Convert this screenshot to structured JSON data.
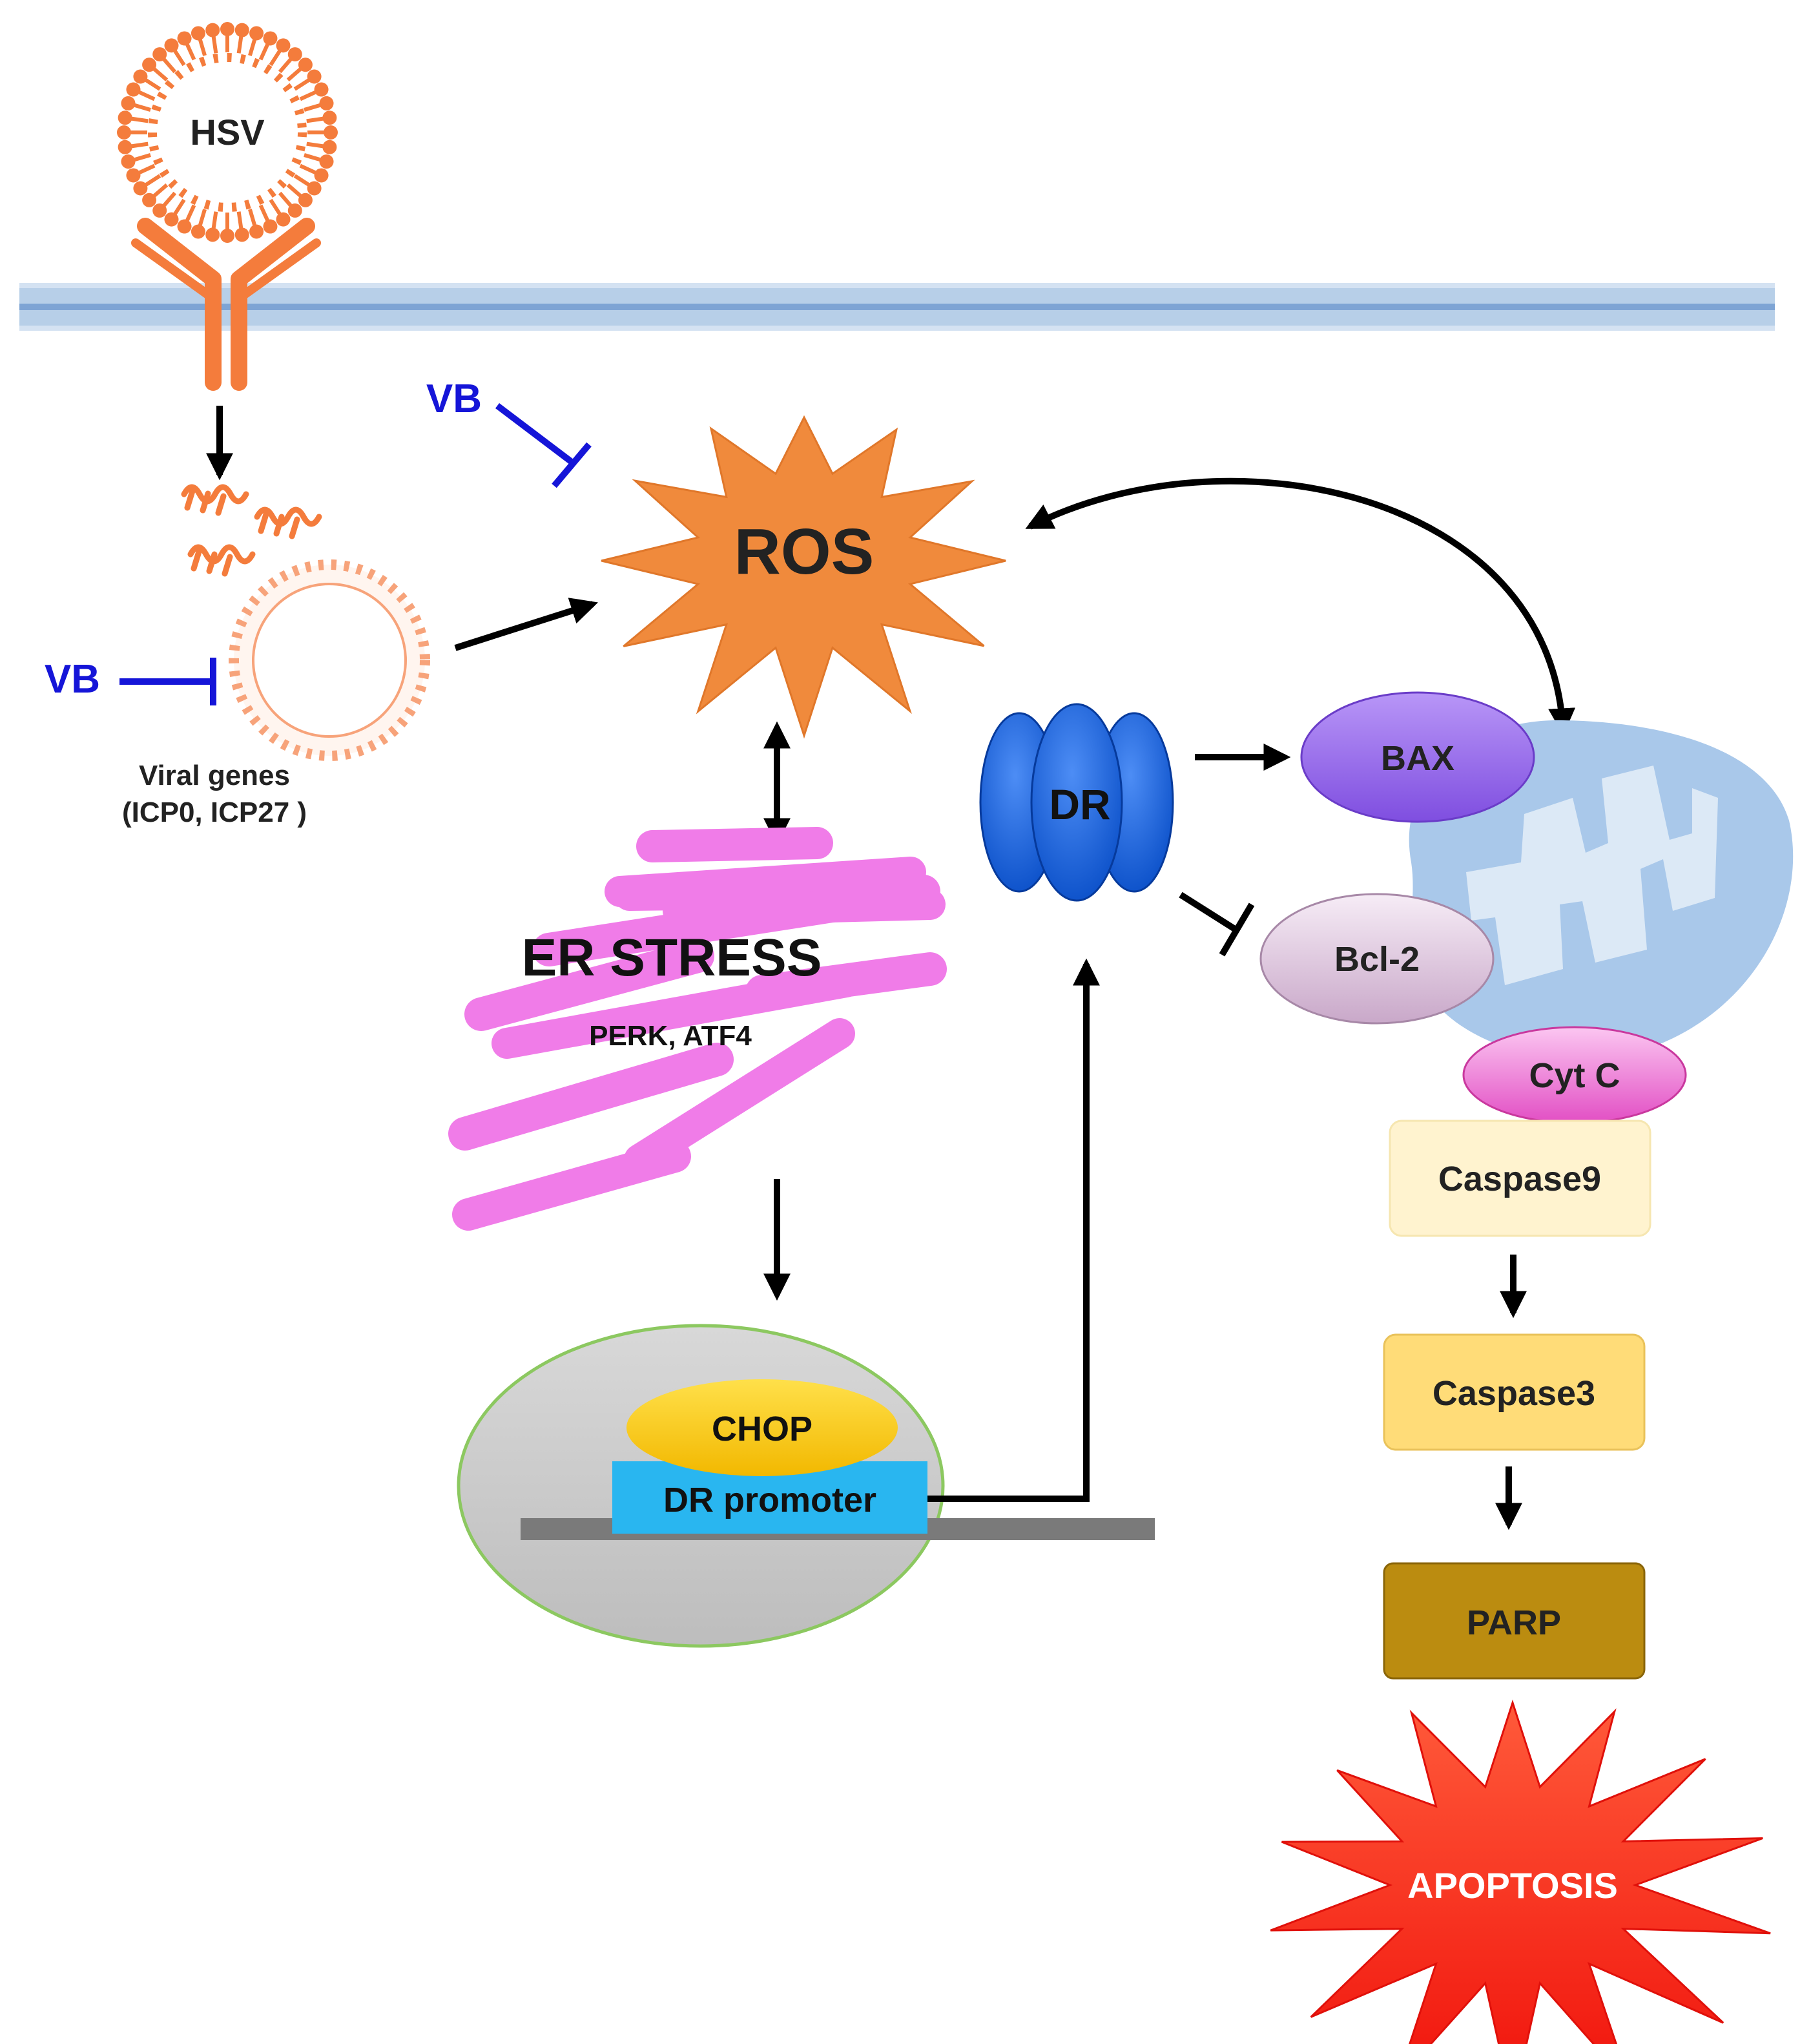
{
  "labels": {
    "hsv": "HSV",
    "vb_ros": "VB",
    "vb_viral": "VB",
    "ros": "ROS",
    "viral_genes": "Viral genes",
    "viral_genes_list": "(ICP0, ICP27 )",
    "er_stress": "ER STRESS",
    "er_markers": "PERK, ATF4",
    "chop": "CHOP",
    "dr_promoter": "DR promoter",
    "dr": "DR",
    "bax": "BAX",
    "bcl2": "Bcl-2",
    "cytc": "Cyt C",
    "caspase9": "Caspase9",
    "caspase3": "Caspase3",
    "parp": "PARP",
    "apoptosis": "APOPTOSIS"
  },
  "colors": {
    "virus": "#f47c3c",
    "vb_inhibitor": "#1515d8",
    "ros": "#f08a3c",
    "er": "#f07ce8",
    "nucleus_fill": "#c9c9c9",
    "nucleus_border": "#8cc860",
    "chop": "#ffcc00",
    "dr_promoter": "#29b6f0",
    "dr": "#1a6be8",
    "bax": "#9b6cf0",
    "bcl2": "#e6cfe6",
    "cytc": "#f07cd8",
    "mitochondria": "#a9c8ea",
    "caspase9": "#fff3cf",
    "caspase3": "#ffdc78",
    "parp": "#bb8c10",
    "apoptosis": "#ff2a1a",
    "membrane": "#b7cfe8"
  }
}
